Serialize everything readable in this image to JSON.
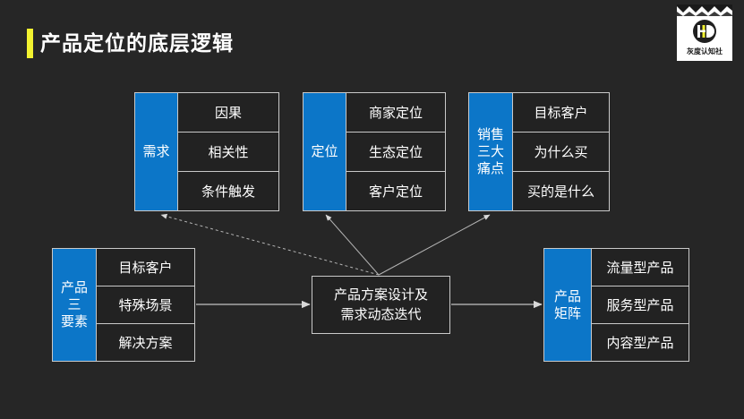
{
  "slide": {
    "background_color": "#262626",
    "accent_color": "#f2f230",
    "box_blue": "#0c76c8",
    "border_color": "#c9c9c9",
    "title": "产品定位的底层逻辑"
  },
  "logo": {
    "name": "灰度认知社",
    "mark_letters": "HD"
  },
  "diagram": {
    "top_groups": [
      {
        "head": "需求",
        "items": [
          "因果",
          "相关性",
          "条件触发"
        ]
      },
      {
        "head": "定位",
        "items": [
          "商家定位",
          "生态定位",
          "客户定位"
        ]
      },
      {
        "head": "销售\n三大\n痛点",
        "head_lines": [
          "销售",
          "三大",
          "痛点"
        ],
        "items": [
          "目标客户",
          "为什么买",
          "买的是什么"
        ]
      }
    ],
    "left_group": {
      "head": "产品\n三\n要素",
      "head_lines": [
        "产品",
        "三",
        "要素"
      ],
      "items": [
        "目标客户",
        "特殊场景",
        "解决方案"
      ]
    },
    "center": {
      "line1": "产品方案设计及",
      "line2": "需求动态迭代"
    },
    "right_group": {
      "head": "产品\n矩阵",
      "head_lines": [
        "产品",
        "矩阵"
      ],
      "items": [
        "流量型产品",
        "服务型产品",
        "内容型产品"
      ]
    },
    "connectors": [
      {
        "name": "center-to-demand",
        "style": "dashed-arrow"
      },
      {
        "name": "center-to-positioning",
        "style": "solid-arrow"
      },
      {
        "name": "center-to-sales-painpoints",
        "style": "solid-arrow"
      },
      {
        "name": "elements-to-center",
        "style": "solid-arrow"
      },
      {
        "name": "center-to-product-matrix",
        "style": "solid-arrow"
      }
    ]
  }
}
